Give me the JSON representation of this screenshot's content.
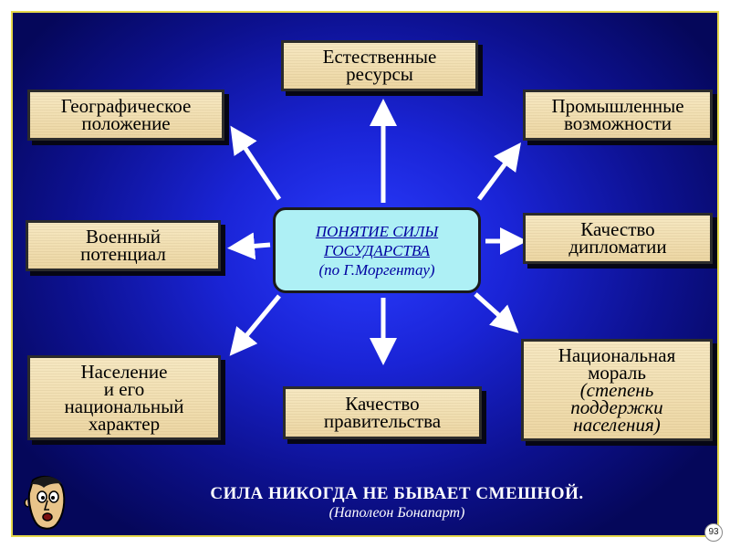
{
  "center": {
    "line1": "ПОНЯТИЕ СИЛЫ",
    "line2": "ГОСУДАРСТВА",
    "line3": "(по Г.Моргентау)"
  },
  "boxes": {
    "natural_resources": [
      "Естественные",
      "ресурсы"
    ],
    "geographic_position": [
      "Географическое",
      "положение"
    ],
    "industrial_capacity": [
      "Промышленные",
      "возможности"
    ],
    "military_potential": [
      "Военный",
      "потенциал"
    ],
    "diplomacy_quality": [
      "Качество",
      "дипломатии"
    ],
    "population": [
      "Население",
      "и его",
      "национальный",
      "характер"
    ],
    "government_quality": [
      "Качество",
      "правительства"
    ],
    "national_morale": [
      "Национальная",
      "мораль"
    ],
    "national_morale_note": [
      "(степень",
      "поддержки",
      "населения)"
    ]
  },
  "quote": {
    "text": "СИЛА  НИКОГДА  НЕ БЫВАЕТ  СМЕШНОЙ.",
    "author": "(Наполеон Бонапарт)"
  },
  "page_number": "93",
  "colors": {
    "frame_border": "#e6d84a",
    "background": "#1a24d6",
    "center_fill": "#aef0f5",
    "center_text": "#0000a0",
    "box_fill": "#f0ddb0",
    "arrow": "#ffffff"
  },
  "icons": [
    "arrow-up-icon",
    "arrow-left-icon",
    "arrow-right-icon",
    "arrow-down-icon",
    "cartoon-face-icon"
  ]
}
